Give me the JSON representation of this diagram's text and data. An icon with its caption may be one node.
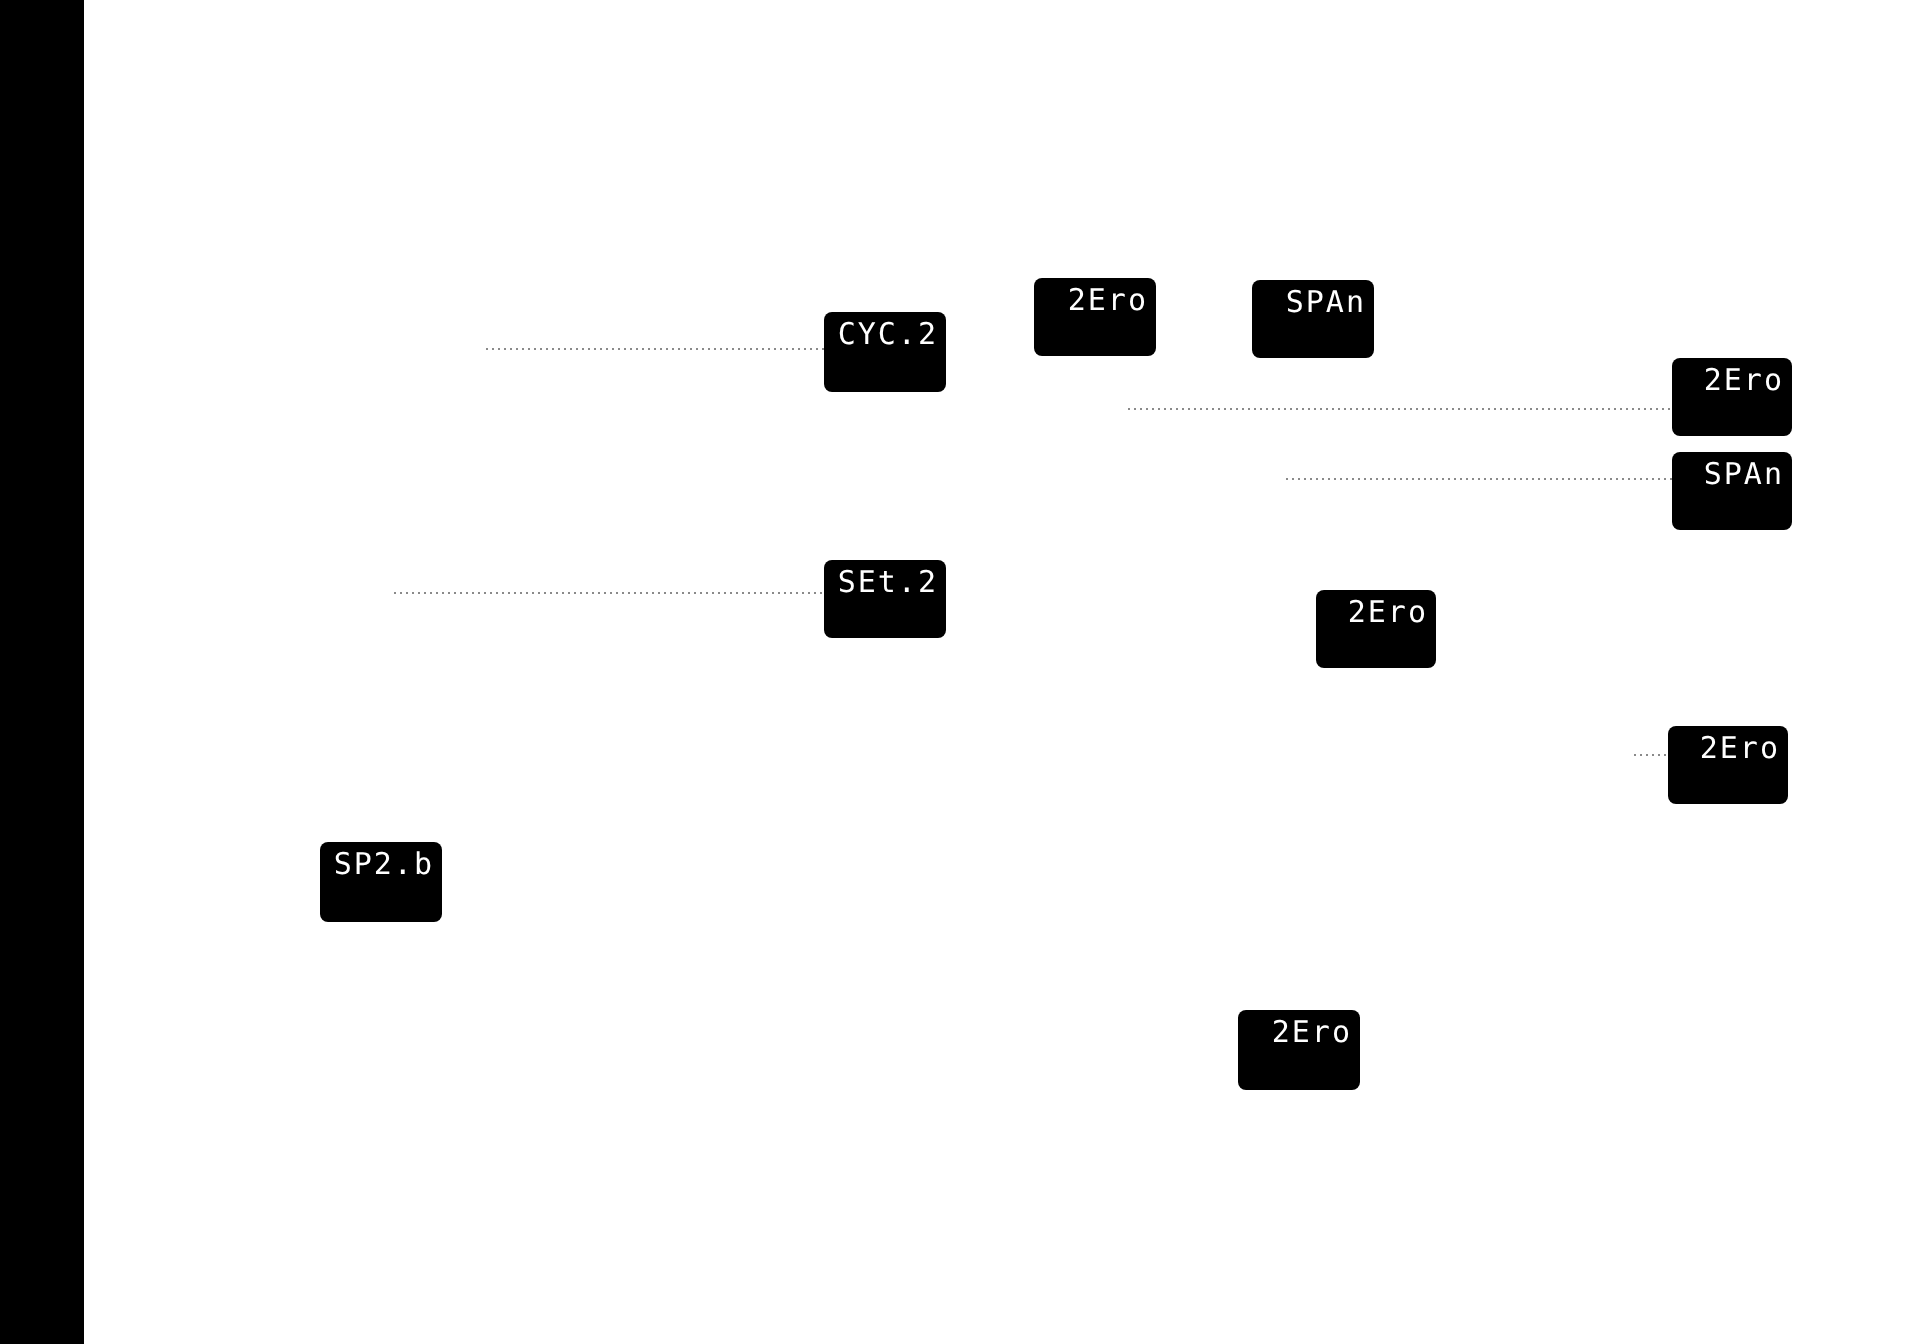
{
  "diagram": {
    "nodes": [
      {
        "text": [
          "CYC.2"
        ]
      },
      {
        "text": [
          "SEt.2"
        ]
      },
      {
        "text": [
          "SP2.b"
        ]
      },
      {
        "text": [
          "2Ero"
        ]
      },
      {
        "text": [
          "SPAn"
        ]
      },
      {
        "text": [
          "2Ero"
        ]
      },
      {
        "text": [
          "SPAn"
        ]
      },
      {
        "text": [
          "2Ero"
        ]
      },
      {
        "text": [
          "2Ero"
        ]
      },
      {
        "text": [
          "2Ero"
        ]
      }
    ],
    "edges": [
      {
        "from": null,
        "to": 0,
        "arrow": "none"
      },
      {
        "from": null,
        "to": 1,
        "arrow": "none"
      },
      {
        "from": null,
        "to": 5,
        "arrow": "none"
      },
      {
        "from": null,
        "to": 6,
        "arrow": "none"
      },
      {
        "from": null,
        "to": 8,
        "arrow": "none"
      }
    ]
  }
}
